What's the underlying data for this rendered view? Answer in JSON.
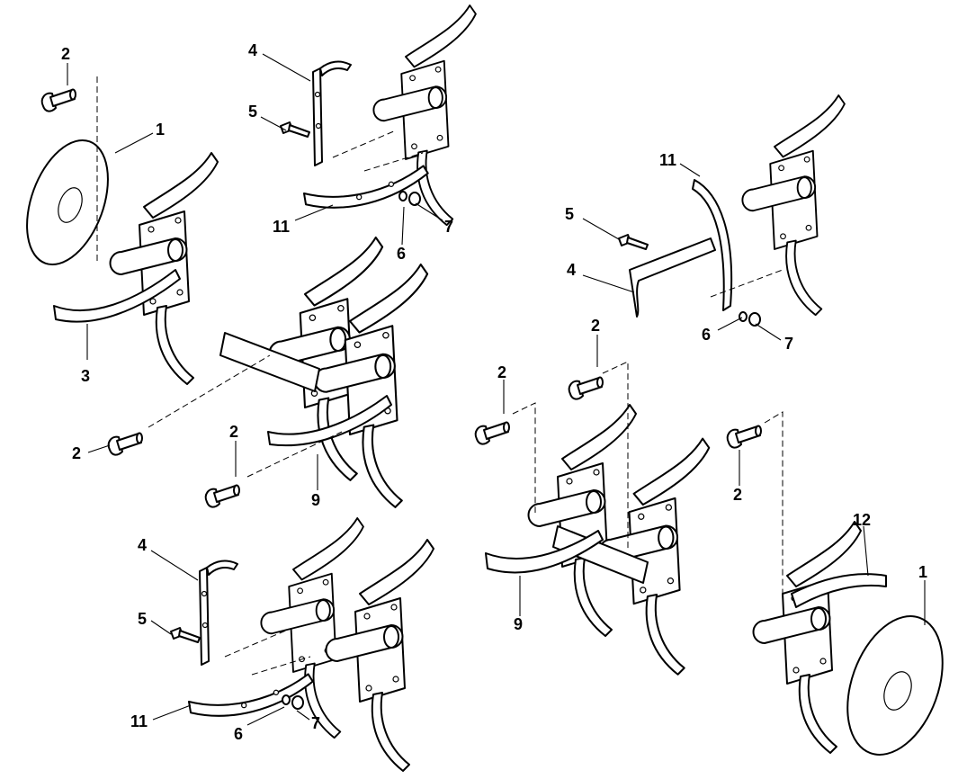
{
  "callouts": [
    {
      "text": "2"
    },
    {
      "text": "1"
    },
    {
      "text": "3"
    },
    {
      "text": "4"
    },
    {
      "text": "5"
    },
    {
      "text": "11"
    },
    {
      "text": "6"
    },
    {
      "text": "7"
    },
    {
      "text": "2"
    },
    {
      "text": "2"
    },
    {
      "text": "9"
    },
    {
      "text": "4"
    },
    {
      "text": "5"
    },
    {
      "text": "11"
    },
    {
      "text": "6"
    },
    {
      "text": "7"
    },
    {
      "text": "11"
    },
    {
      "text": "5"
    },
    {
      "text": "4"
    },
    {
      "text": "6"
    },
    {
      "text": "7"
    },
    {
      "text": "2"
    },
    {
      "text": "2"
    },
    {
      "text": "2"
    },
    {
      "text": "9"
    },
    {
      "text": "12"
    },
    {
      "text": "1"
    }
  ]
}
